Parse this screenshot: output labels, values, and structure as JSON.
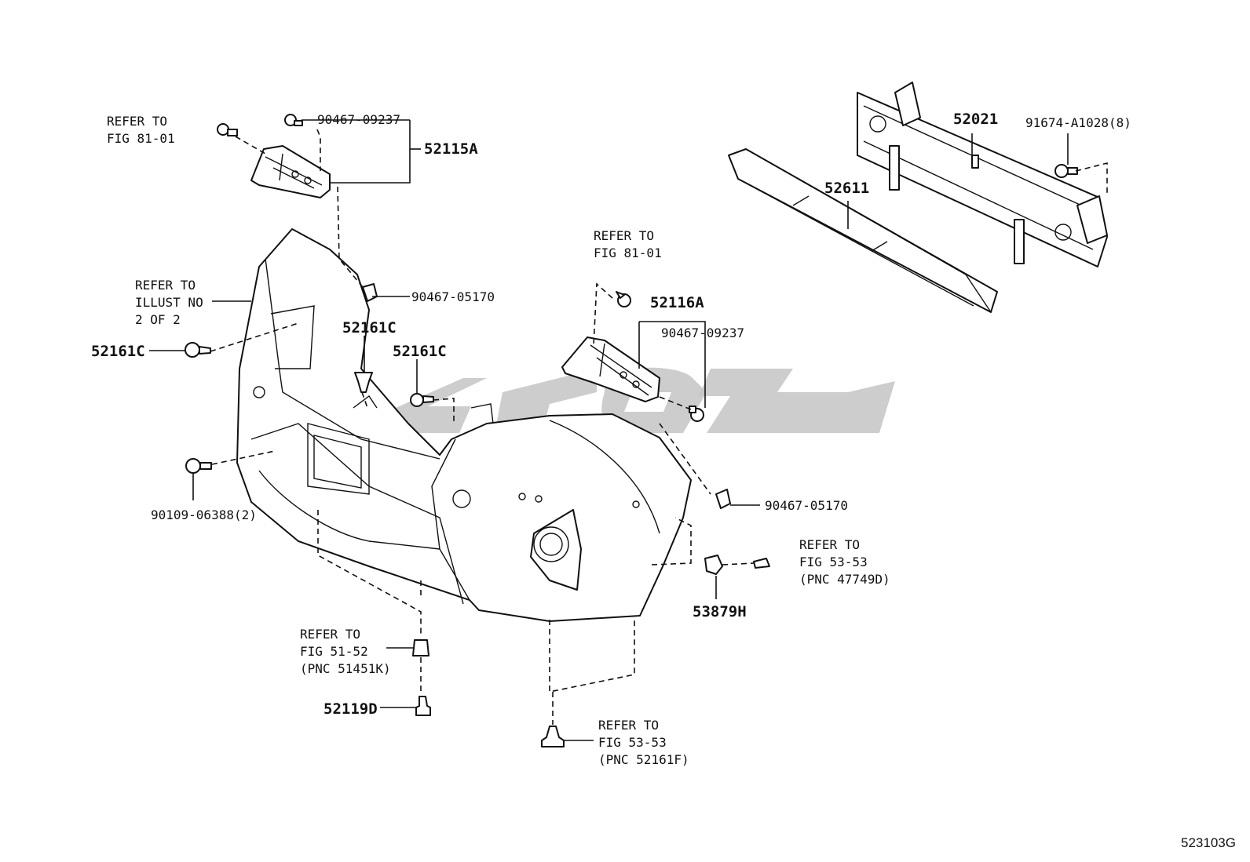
{
  "labels": {
    "refer_fig_81_01_left": [
      "REFER TO",
      "FIG 81-01"
    ],
    "p90467_09237_top": "90467-09237",
    "p52115A": "52115A",
    "p52021": "52021",
    "p91674": "91674-A1028(8)",
    "p52611": "52611",
    "refer_illust": [
      "REFER TO",
      "ILLUST NO",
      "2 OF 2"
    ],
    "p90467_05170_left": "90467-05170",
    "refer_fig_81_01_right": [
      "REFER TO",
      "FIG 81-01"
    ],
    "p52116A": "52116A",
    "p90467_09237_right": "90467-09237",
    "p52161C_left": "52161C",
    "p52161C_mid": "52161C",
    "p52161C_right": "52161C",
    "p90109": "90109-06388(2)",
    "p90467_05170_right": "90467-05170",
    "refer_fig_53_53_a": [
      "REFER TO",
      "FIG 53-53",
      "(PNC 47749D)"
    ],
    "p53879H": "53879H",
    "refer_fig_51_52": [
      "REFER TO",
      "FIG 51-52",
      "(PNC 51451K)"
    ],
    "p52119D": "52119D",
    "refer_fig_53_53_b": [
      "REFER TO",
      "FIG 53-53",
      "(PNC 52161F)"
    ],
    "diagram_code": "523103G"
  },
  "watermark": {
    "color": "#c4c4c4"
  }
}
